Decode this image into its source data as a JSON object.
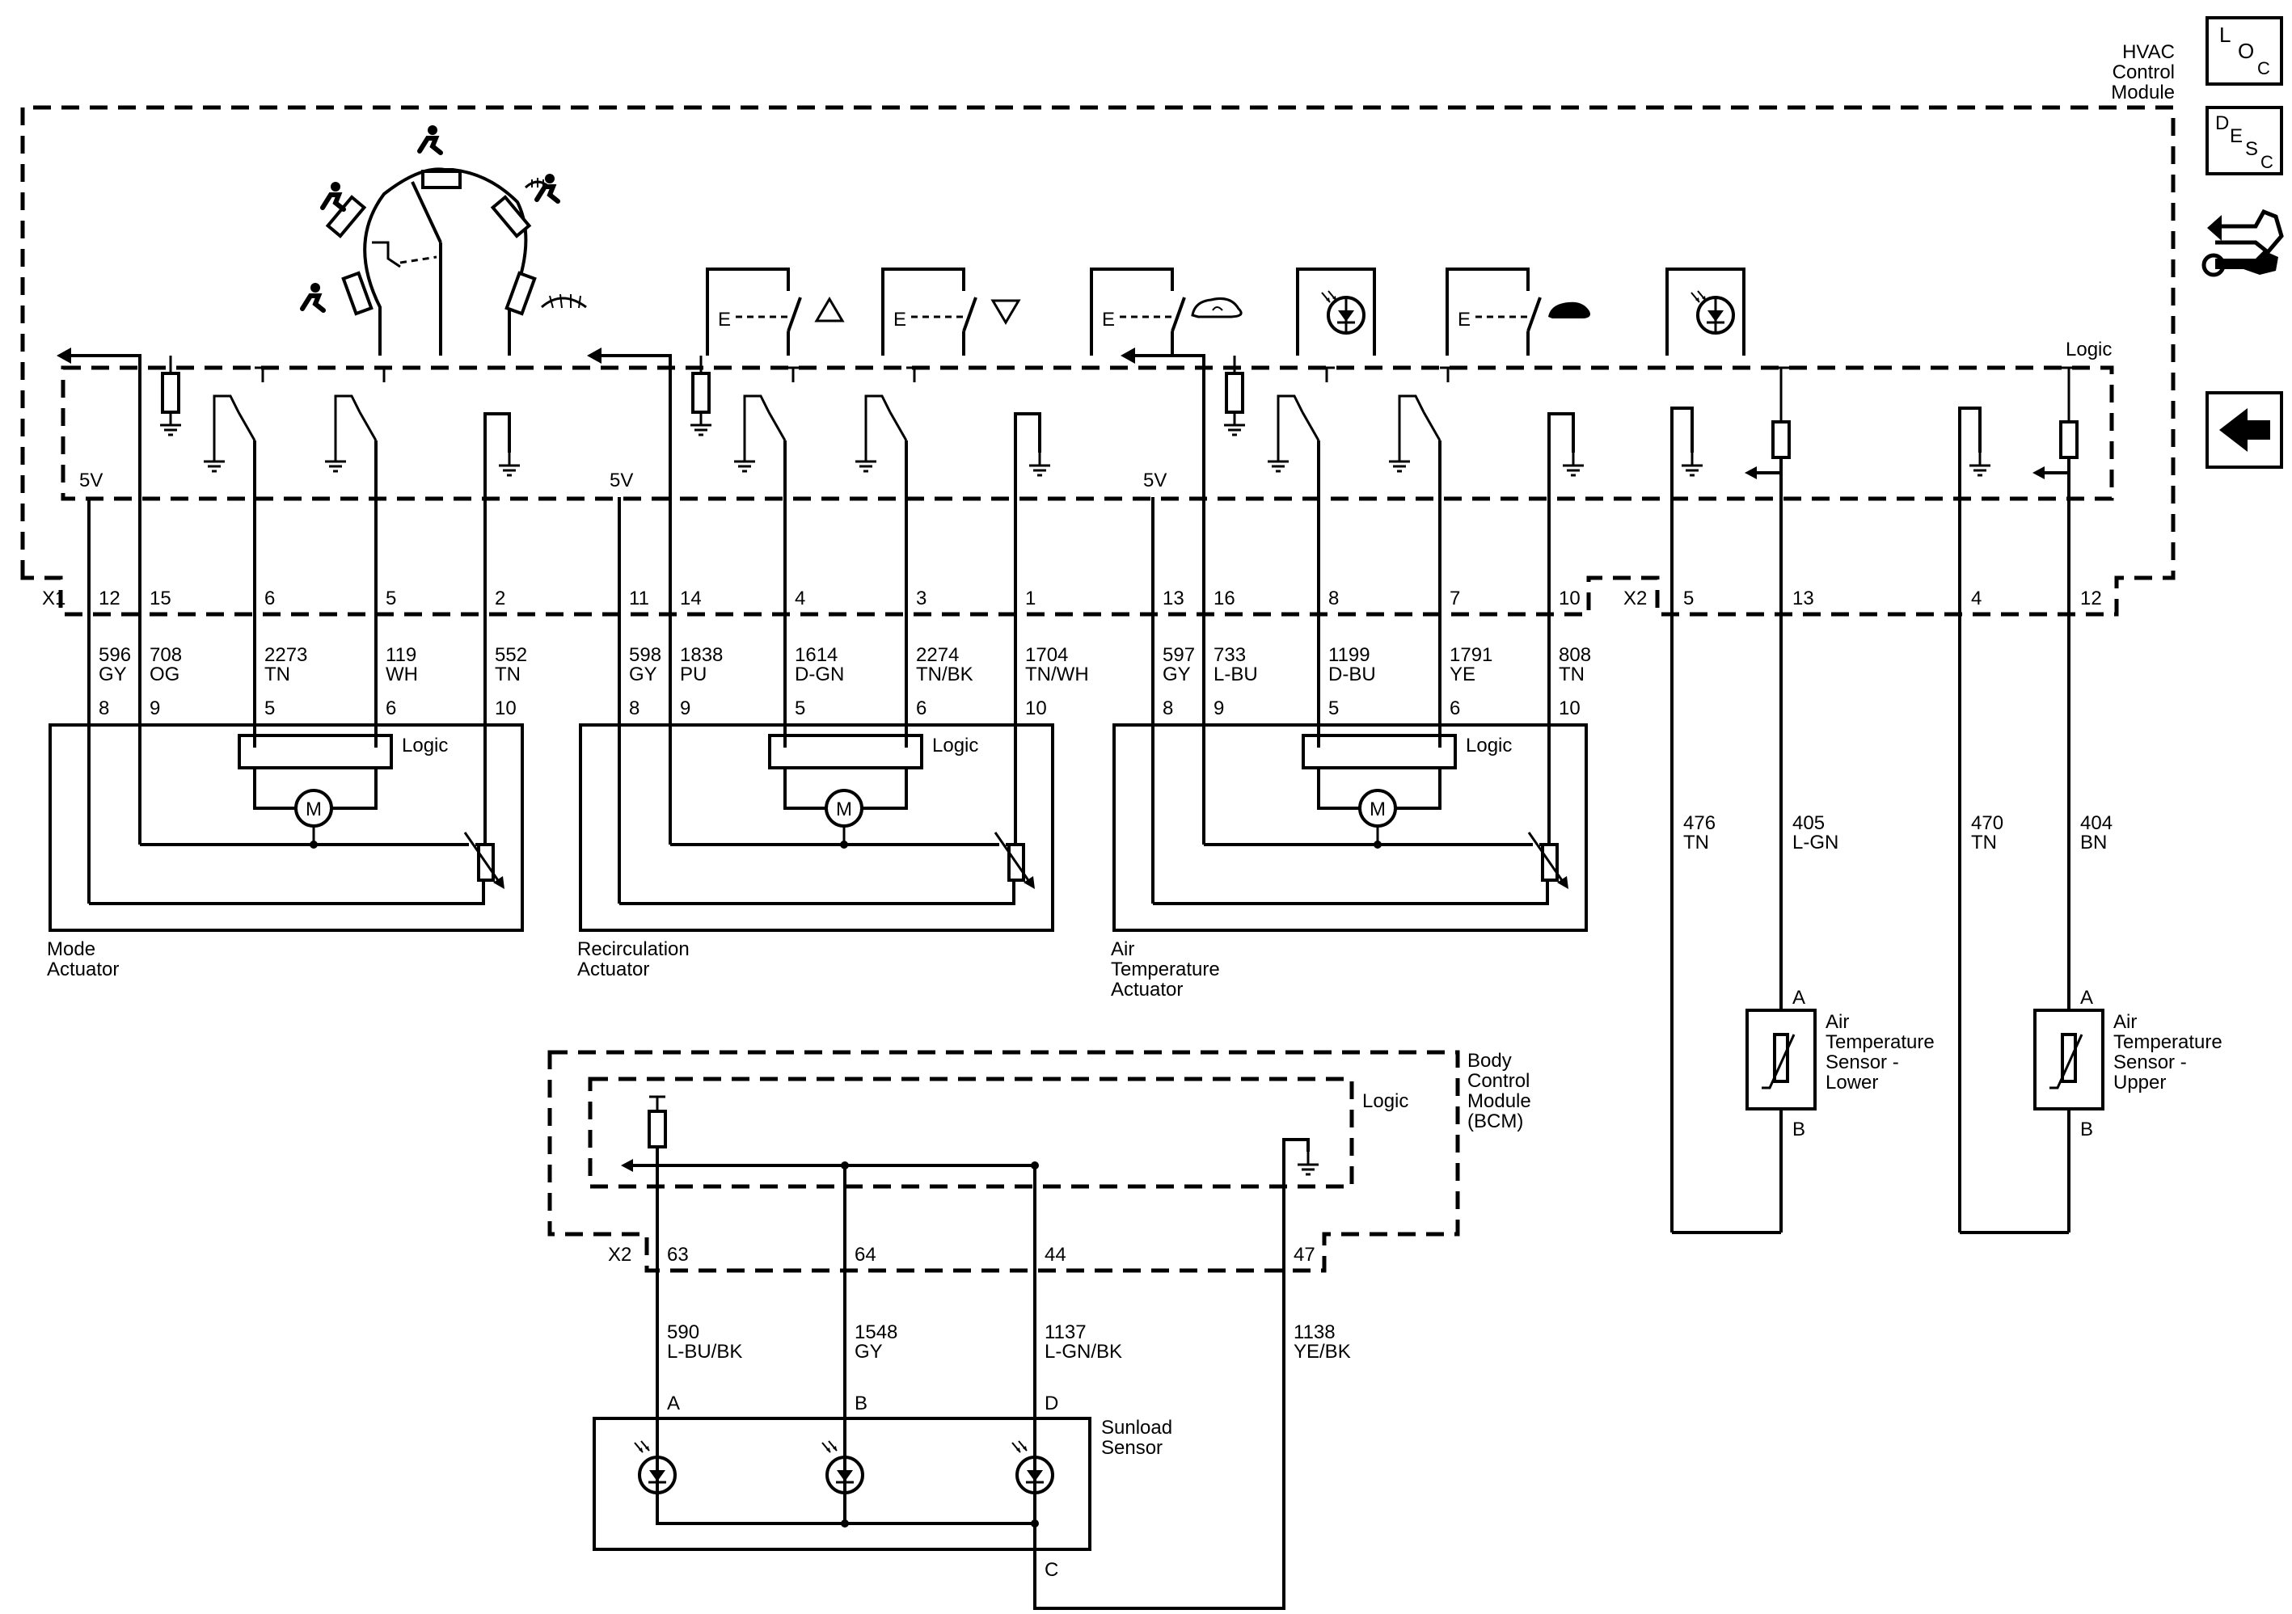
{
  "modules": {
    "hvac": {
      "name_lines": [
        "HVAC",
        "Control",
        "Module"
      ],
      "logic": "Logic"
    },
    "bcm": {
      "name_lines": [
        "Body",
        "Control",
        "Module",
        "(BCM)"
      ],
      "logic": "Logic"
    }
  },
  "connectors": {
    "x1": "X1",
    "x2": "X2",
    "bcm_x2": "X2"
  },
  "supply": "5V",
  "actuators": [
    {
      "label_lines": [
        "Mode",
        "Actuator"
      ],
      "logic": "Logic",
      "motor": "M",
      "hvac_pins": [
        "12",
        "15",
        "6",
        "5",
        "2"
      ],
      "circuits": [
        "596",
        "708",
        "2273",
        "119",
        "552"
      ],
      "colors": [
        "GY",
        "OG",
        "TN",
        "WH",
        "TN"
      ],
      "act_pins": [
        "8",
        "9",
        "5",
        "6",
        "10"
      ]
    },
    {
      "label_lines": [
        "Recirculation",
        "Actuator"
      ],
      "logic": "Logic",
      "motor": "M",
      "hvac_pins": [
        "11",
        "14",
        "4",
        "3",
        "1"
      ],
      "circuits": [
        "598",
        "1838",
        "1614",
        "2274",
        "1704"
      ],
      "colors": [
        "GY",
        "PU",
        "D-GN",
        "TN/BK",
        "TN/WH"
      ],
      "act_pins": [
        "8",
        "9",
        "5",
        "6",
        "10"
      ]
    },
    {
      "label_lines": [
        "Air",
        "Temperature",
        "Actuator"
      ],
      "logic": "Logic",
      "motor": "M",
      "hvac_pins": [
        "13",
        "16",
        "8",
        "7",
        "10"
      ],
      "circuits": [
        "597",
        "733",
        "1199",
        "1791",
        "808"
      ],
      "colors": [
        "GY",
        "L-BU",
        "D-BU",
        "YE",
        "TN"
      ],
      "act_pins": [
        "8",
        "9",
        "5",
        "6",
        "10"
      ]
    }
  ],
  "temp_sensors": [
    {
      "label_lines": [
        "Air",
        "Temperature",
        "Sensor -",
        "Lower"
      ],
      "hvac_pins": [
        "5",
        "13"
      ],
      "circuits": [
        "476",
        "405"
      ],
      "colors": [
        "TN",
        "L-GN"
      ],
      "pin_a": "A",
      "pin_b": "B"
    },
    {
      "label_lines": [
        "Air",
        "Temperature",
        "Sensor -",
        "Upper"
      ],
      "hvac_pins": [
        "4",
        "12"
      ],
      "circuits": [
        "470",
        "404"
      ],
      "colors": [
        "TN",
        "BN"
      ],
      "pin_a": "A",
      "pin_b": "B"
    }
  ],
  "sunload": {
    "label_lines": [
      "Sunload",
      "Sensor"
    ],
    "bcm_pins": [
      "63",
      "64",
      "44",
      "47"
    ],
    "circuits": [
      "590",
      "1548",
      "1137",
      "1138"
    ],
    "colors": [
      "L-BU/BK",
      "GY",
      "L-GN/BK",
      "YE/BK"
    ],
    "sensor_pins": [
      "A",
      "B",
      "D",
      "C"
    ]
  },
  "nav": [
    {
      "id": "loc",
      "letters": [
        "L",
        "O",
        "C"
      ]
    },
    {
      "id": "desc",
      "letters": [
        "D",
        "E",
        "S",
        "C"
      ]
    },
    {
      "id": "connector",
      "icon": "connector-tool-icon"
    },
    {
      "id": "back",
      "icon": "back-arrow-icon"
    }
  ]
}
